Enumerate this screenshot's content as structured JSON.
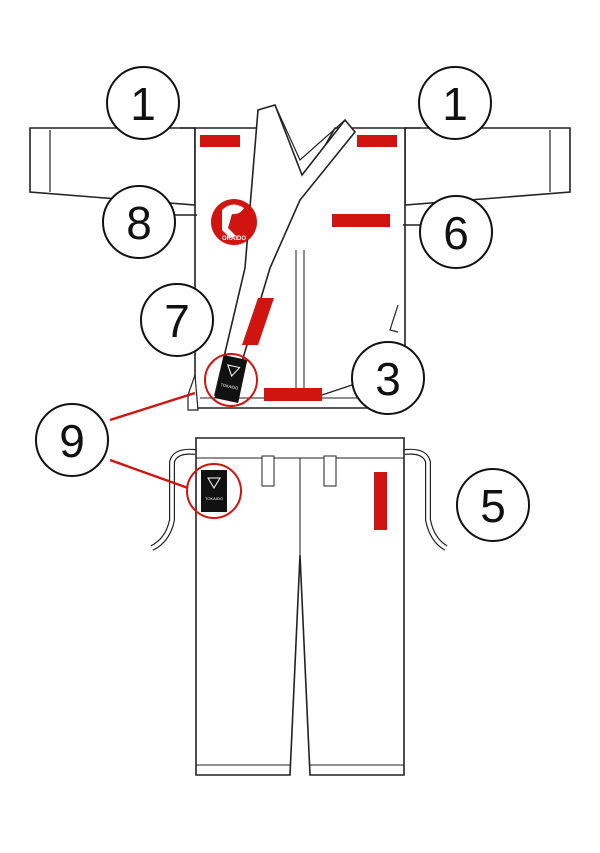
{
  "callouts": [
    {
      "id": "left-shoulder",
      "label": "1"
    },
    {
      "id": "right-shoulder",
      "label": "1"
    },
    {
      "id": "left-arm",
      "label": "8"
    },
    {
      "id": "right-chest",
      "label": "6"
    },
    {
      "id": "left-lapel",
      "label": "7"
    },
    {
      "id": "hem",
      "label": "3"
    },
    {
      "id": "labels",
      "label": "9"
    },
    {
      "id": "pants-leg",
      "label": "5"
    }
  ],
  "logo": {
    "text": "OKAIDO"
  },
  "patch": {
    "text": "TOKAIDO"
  },
  "colors": {
    "accent": "#d0140f",
    "outline": "#222222",
    "fill": "#ffffff",
    "patch": "#111111"
  }
}
